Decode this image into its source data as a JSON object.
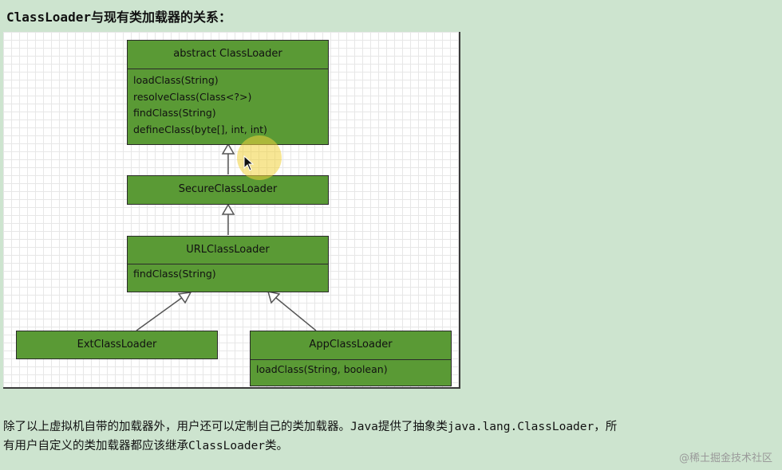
{
  "heading": "ClassLoader与现有类加载器的关系：",
  "diagram": {
    "classes": {
      "abstract_classloader": {
        "name": "abstract ClassLoader",
        "methods": [
          "loadClass(String)",
          "resolveClass(Class<?>)",
          "findClass(String)",
          "defineClass(byte[], int, int)"
        ]
      },
      "secure_classloader": {
        "name": "SecureClassLoader"
      },
      "url_classloader": {
        "name": "URLClassLoader",
        "methods": [
          "findClass(String)"
        ]
      },
      "ext_classloader": {
        "name": "ExtClassLoader"
      },
      "app_classloader": {
        "name": "AppClassLoader",
        "methods": [
          "loadClass(String, boolean)"
        ]
      }
    },
    "inheritance": [
      {
        "child": "SecureClassLoader",
        "parent": "abstract ClassLoader"
      },
      {
        "child": "URLClassLoader",
        "parent": "SecureClassLoader"
      },
      {
        "child": "ExtClassLoader",
        "parent": "URLClassLoader"
      },
      {
        "child": "AppClassLoader",
        "parent": "URLClassLoader"
      }
    ],
    "colors": {
      "box_fill": "#5a9a35",
      "box_border": "#2a2a2a"
    }
  },
  "paragraph": {
    "line1": "除了以上虚拟机自带的加载器外，用户还可以定制自己的类加载器。Java提供了抽象类java.lang.ClassLoader，所",
    "line2": "有用户自定义的类加载器都应该继承ClassLoader类。"
  },
  "watermark": "@稀土掘金技术社区"
}
